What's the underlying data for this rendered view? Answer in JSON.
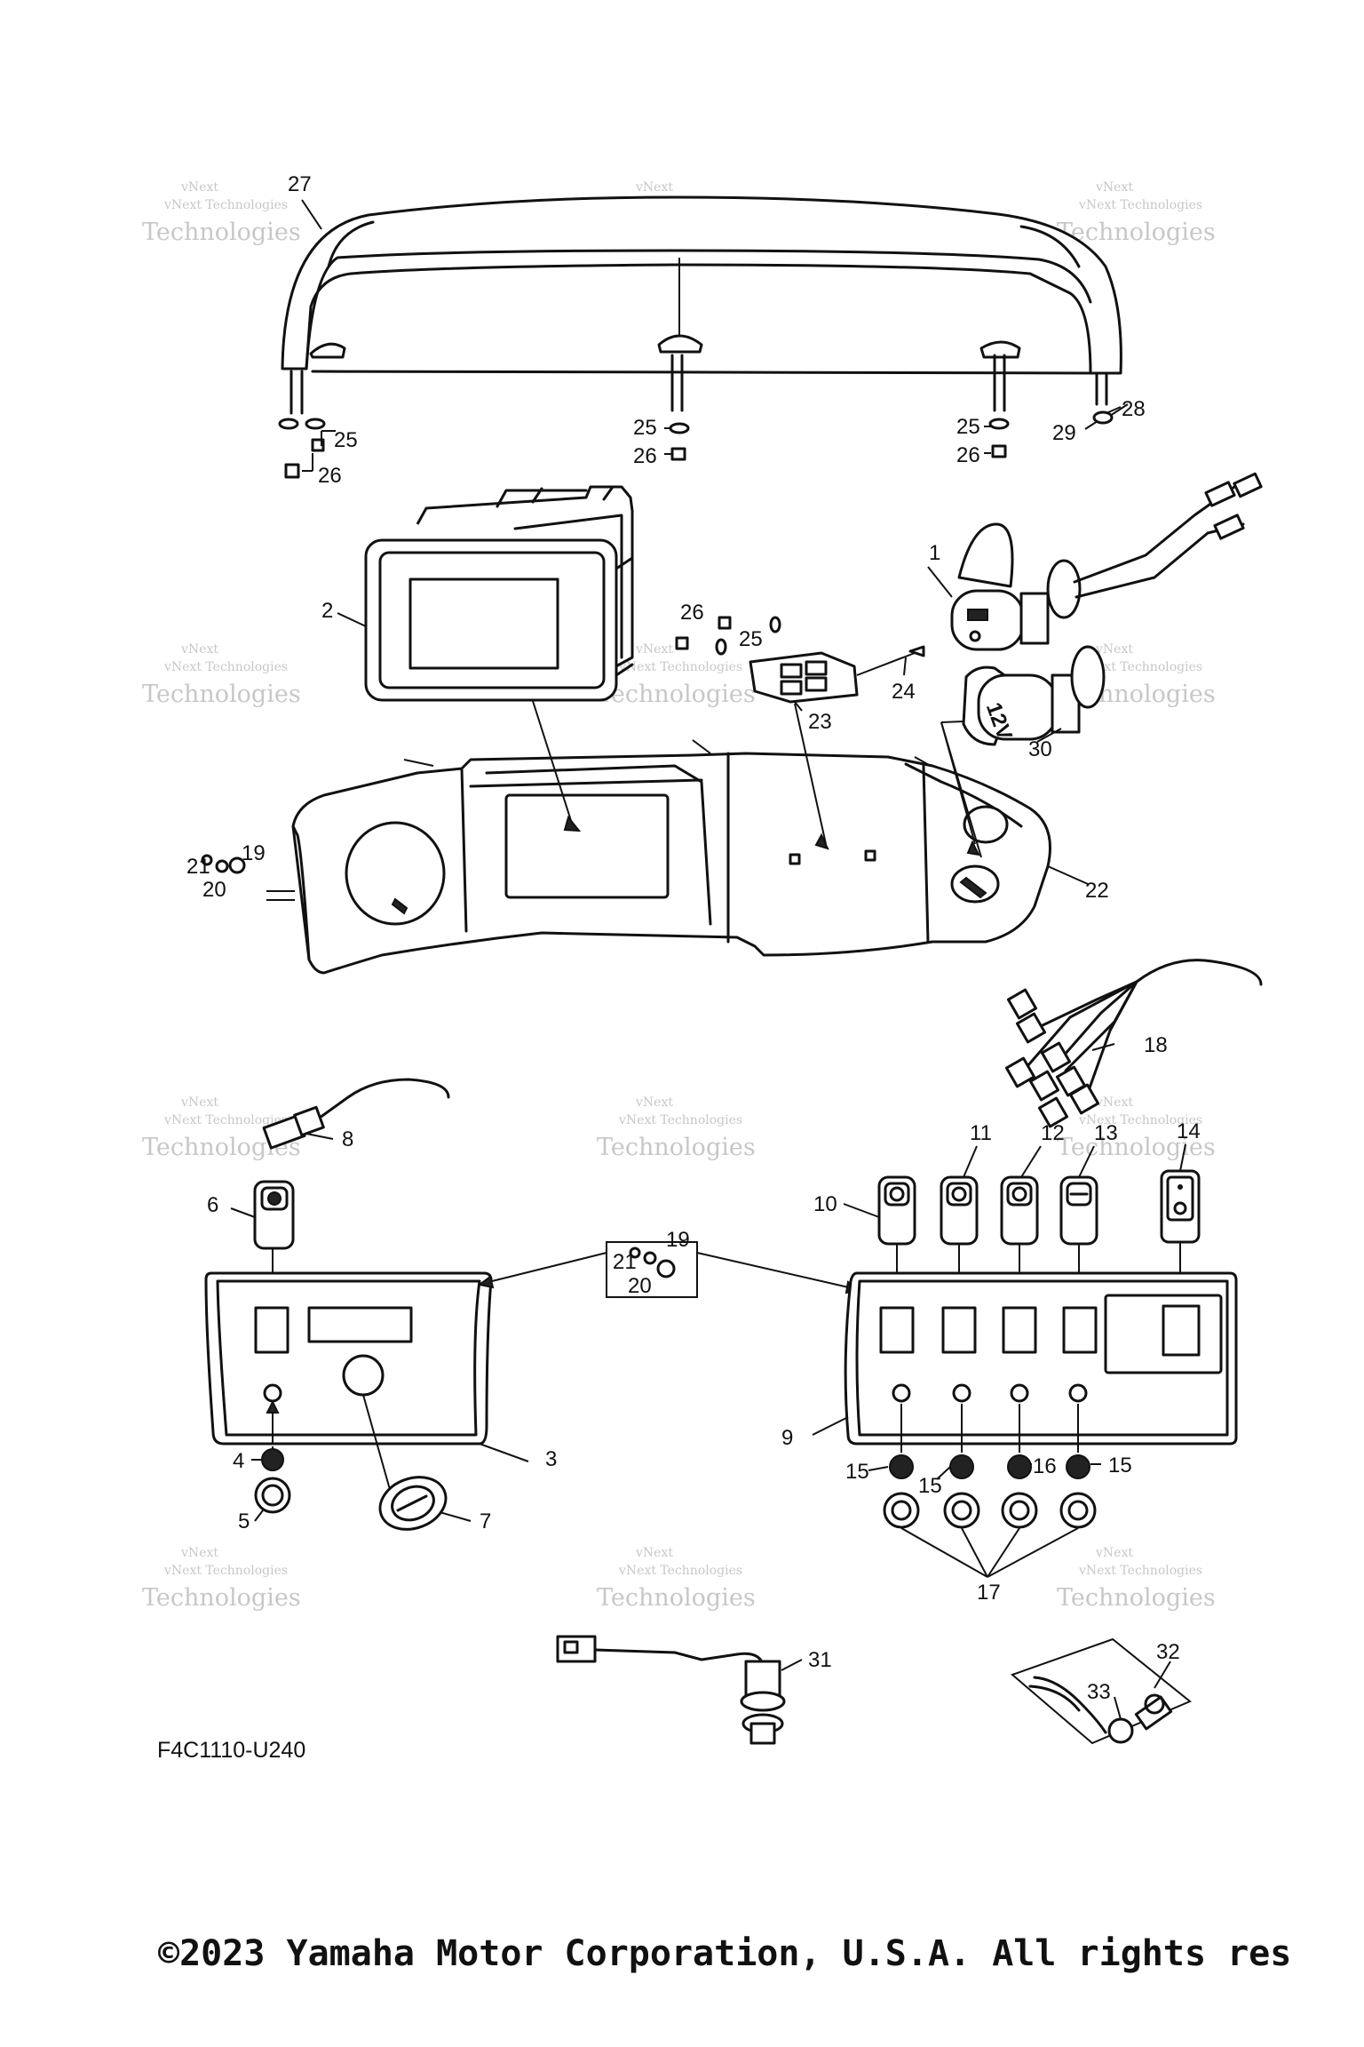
{
  "diagram_code": "F4C1110-U240",
  "copyright": "©2023 Yamaha Motor Corporation, U.S.A. All rights res",
  "watermark": {
    "line1": "vNext Technologies",
    "line2": "Technologies",
    "line3": "vNext"
  },
  "callouts": {
    "c1": "1",
    "c2": "2",
    "c3": "3",
    "c4": "4",
    "c5": "5",
    "c6": "6",
    "c7": "7",
    "c8": "8",
    "c9": "9",
    "c10": "10",
    "c11": "11",
    "c12": "12",
    "c13": "13",
    "c14": "14",
    "c15a": "15",
    "c15b": "15",
    "c15c": "15",
    "c16": "16",
    "c17": "17",
    "c18": "18",
    "c19a": "19",
    "c19b": "19",
    "c20a": "20",
    "c20b": "20",
    "c21a": "21",
    "c21b": "21",
    "c22": "22",
    "c23": "23",
    "c24": "24",
    "c25a": "25",
    "c25b": "25",
    "c25c": "25",
    "c25d": "25",
    "c26a": "26",
    "c26b": "26",
    "c26c": "26",
    "c26d": "26",
    "c27": "27",
    "c28": "28",
    "c29": "29",
    "c30": "30",
    "c31": "31",
    "c32": "32",
    "c33": "33"
  },
  "socket_label": "12V"
}
